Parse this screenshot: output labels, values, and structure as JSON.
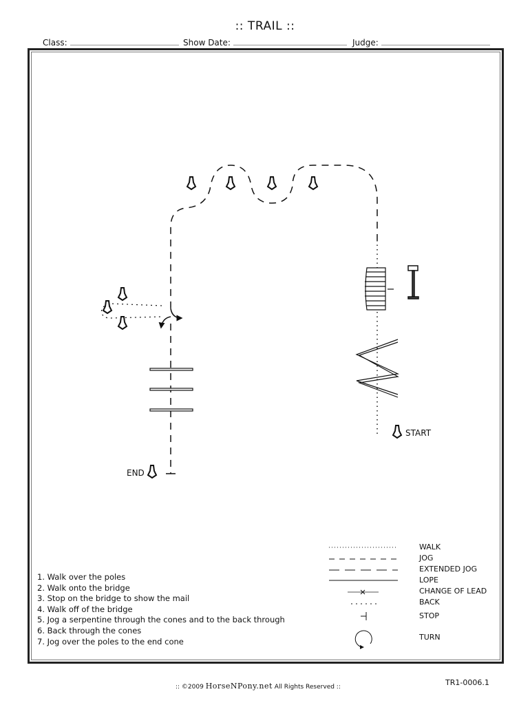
{
  "header": {
    "title": ":: TRAIL ::",
    "class_label": "Class:",
    "show_date_label": "Show Date:",
    "judge_label": "Judge:"
  },
  "diagram": {
    "start_label": "START",
    "end_label": "END"
  },
  "steps": [
    "1.  Walk over the poles",
    "2.  Walk onto the bridge",
    "3.  Stop on the bridge to show the mail",
    "4.  Walk off of the bridge",
    "5.  Jog a serpentine through the cones and to the back through",
    "6.  Back through the cones",
    "7.  Jog over the poles to the end cone"
  ],
  "legend": [
    "WALK",
    "JOG",
    "EXTENDED JOG",
    "LOPE",
    "CHANGE OF LEAD",
    "BACK",
    "STOP",
    "TURN"
  ],
  "footer": {
    "prefix": ":: ©2009",
    "brand": "HorseNPony.net",
    "suffix": "All Rights Reserved ::",
    "code": "TR1-0006.1"
  }
}
